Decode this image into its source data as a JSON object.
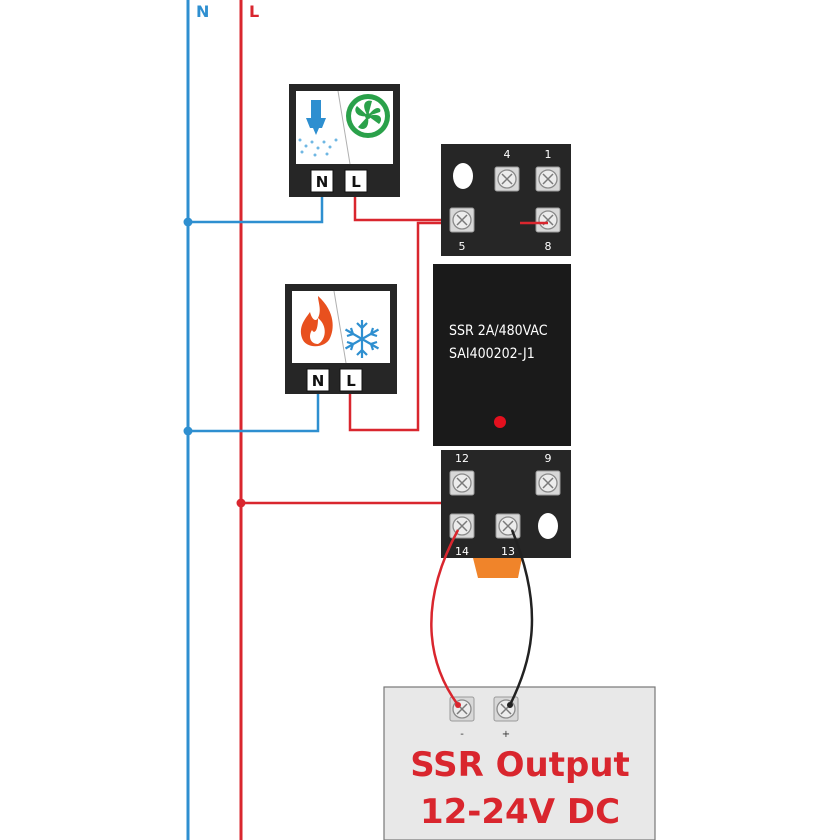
{
  "rails": {
    "neutral_label": "N",
    "live_label": "L"
  },
  "colors": {
    "neutral": "#2e8fd0",
    "live": "#d9262e",
    "housing": "#262626",
    "output_panel": "#e8e8e8",
    "tab": "#f0842a"
  },
  "load1": {
    "icons": [
      "mist-nozzle-icon",
      "fan-icon"
    ],
    "n_label": "N",
    "l_label": "L"
  },
  "load2": {
    "icons": [
      "flame-icon",
      "snowflake-icon"
    ],
    "n_label": "N",
    "l_label": "L"
  },
  "relay": {
    "model_line1": "SSR 2A/480VAC",
    "model_line2": "SAI400202-J1",
    "terminals": {
      "t4": "4",
      "t1": "1",
      "t5": "5",
      "t8": "8",
      "t12": "12",
      "t9": "9",
      "t14": "14",
      "t13": "13"
    }
  },
  "output": {
    "minus": "-",
    "plus": "+",
    "title_line1": "SSR Output",
    "title_line2": "12-24V DC"
  }
}
